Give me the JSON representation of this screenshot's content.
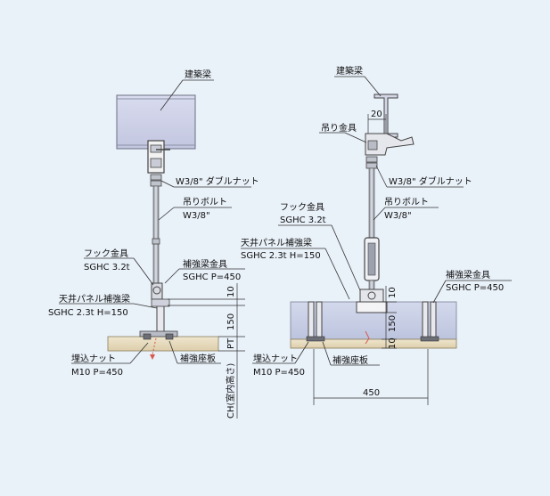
{
  "left": {
    "building_beam": "建築梁",
    "double_nut": "W3/8\" ダブルナット",
    "hanger_bolt_title": "吊りボルト",
    "hanger_bolt_spec": "W3/8\"",
    "hook_fitting_title": "フック金具",
    "hook_fitting_spec": "SGHC 3.2t",
    "reinforce_beam_fitting_title": "補強梁金具",
    "reinforce_beam_fitting_spec": "SGHC P=450",
    "ceiling_panel_beam_title": "天井パネル補強梁",
    "ceiling_panel_beam_spec": "SGHC 2.3t H=150",
    "embed_nut_title": "埋込ナット",
    "embed_nut_spec": "M10 P=450",
    "base_plate": "補強座板"
  },
  "right": {
    "building_beam": "建築梁",
    "hanger_fitting": "吊り金具",
    "double_nut": "W3/8\" ダブルナット",
    "hanger_bolt_title": "吊りボルト",
    "hanger_bolt_spec": "W3/8\"",
    "hook_fitting_title": "フック金具",
    "hook_fitting_spec": "SGHC 3.2t",
    "ceiling_panel_beam_title": "天井パネル補強梁",
    "ceiling_panel_beam_spec": "SGHC 2.3t H=150",
    "reinforce_beam_fitting_title": "補強梁金具",
    "reinforce_beam_fitting_spec": "SGHC P=450",
    "embed_nut_title": "埋込ナット",
    "embed_nut_spec": "M10 P=450",
    "base_plate": "補強座板"
  },
  "dimensions": {
    "left_10": "10",
    "left_150": "150",
    "left_pt": "PT",
    "ch_label": "CH(室内高さ)",
    "right_20": "20",
    "right_10": "10",
    "right_150": "150",
    "right_10b": "10",
    "right_450": "450"
  },
  "colors": {
    "background": "#e9f1f9",
    "beam_fill": "#cfd2e6",
    "panel_fill": "#c6cde3",
    "floor_fill": "#e8dcc0",
    "steel": "#5a5a5a",
    "accent_red": "#d8584a"
  }
}
